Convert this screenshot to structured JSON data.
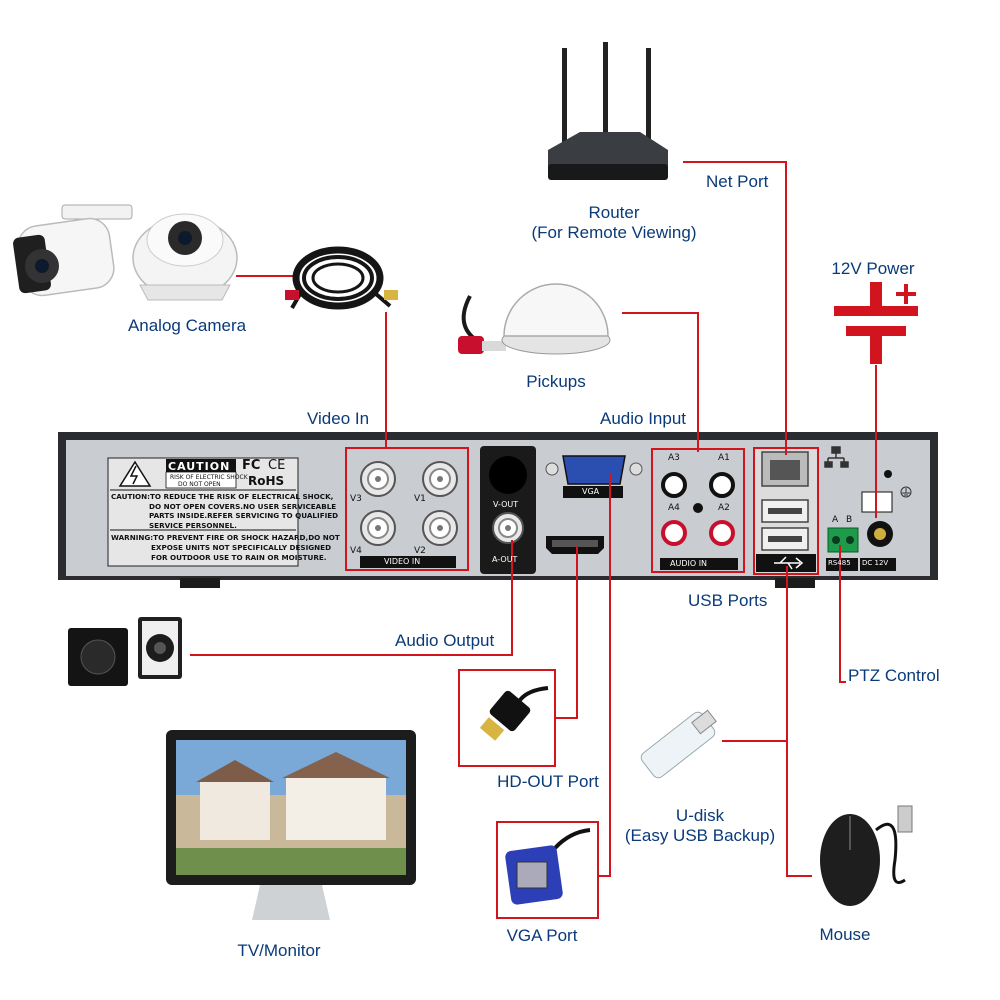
{
  "labels": {
    "net_port": "Net Port",
    "router": "Router",
    "router_sub": "(For Remote Viewing)",
    "power": "12V Power",
    "analog_camera": "Analog Camera",
    "pickups": "Pickups",
    "video_in": "Video In",
    "audio_input": "Audio Input",
    "usb_ports": "USB Ports",
    "ptz_control": "PTZ Control",
    "audio_output": "Audio Output",
    "hd_out_port": "HD-OUT Port",
    "u_disk": "U-disk",
    "u_disk_sub": "(Easy USB Backup)",
    "tv_monitor": "TV/Monitor",
    "vga_port": "VGA Port",
    "mouse": "Mouse"
  },
  "panel": {
    "caution_title": "CAUTION",
    "caution_small_1": "RISK OF ELECTRIC SHOCK",
    "caution_small_2": "DO NOT OPEN",
    "cert_fc": "FC",
    "cert_ce": "CE",
    "cert_rohs": "RoHS",
    "caution_text": [
      "CAUTION:TO REDUCE THE RISK OF ELECTRICAL SHOCK,",
      "DO NOT OPEN COVERS.NO USER SERVICEABLE",
      "PARTS INSIDE.REFER SERVICING TO QUALIFIED",
      "SERVICE PERSONNEL."
    ],
    "warning_text": [
      "WARNING:TO PREVENT FIRE OR SHOCK HAZARD,DO NOT",
      "EXPOSE UNITS NOT SPECIFICALLY DESIGNED",
      "FOR OUTDOOR USE TO RAIN OR MOISTURE."
    ],
    "v3": "V3",
    "v1": "V1",
    "v4": "V4",
    "v2": "V2",
    "video_in_tag": "VIDEO IN",
    "v_out": "V-OUT",
    "a_out": "A-OUT",
    "vga_tag": "VGA",
    "a3": "A3",
    "a1": "A1",
    "a4": "A4",
    "a2": "A2",
    "audio_in_tag": "AUDIO IN",
    "rs_a": "A",
    "rs_b": "B",
    "rs485": "RS485",
    "dc12v": "DC 12V"
  },
  "colors": {
    "accent_red": "#d2141e",
    "label_blue": "#0a3a78",
    "panel": "#c9ccd0",
    "chassis": "#2a2c30"
  },
  "icons": [
    "router-icon",
    "camera-icon",
    "cable-icon",
    "pickup-icon",
    "power-symbol-icon",
    "speaker-icon",
    "hdmi-cable-icon",
    "usb-drive-icon",
    "monitor-icon",
    "vga-cable-icon",
    "mouse-icon",
    "network-icon",
    "usb-icon",
    "ground-icon"
  ]
}
